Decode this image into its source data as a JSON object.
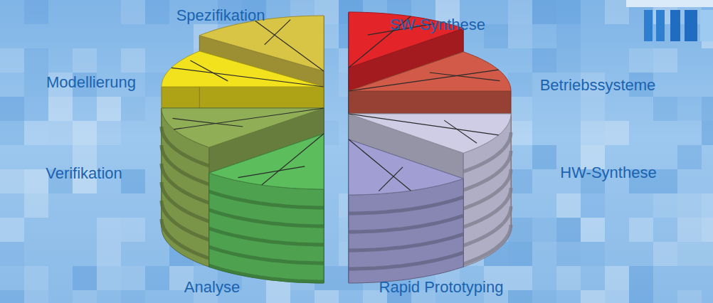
{
  "diagram": {
    "labels": [
      "Spezifikation",
      "Modellierung",
      "Verifikation",
      "Analyse",
      "SW-Synthese",
      "Betriebssysteme",
      "HW-Synthese",
      "Rapid Prototyping"
    ]
  }
}
